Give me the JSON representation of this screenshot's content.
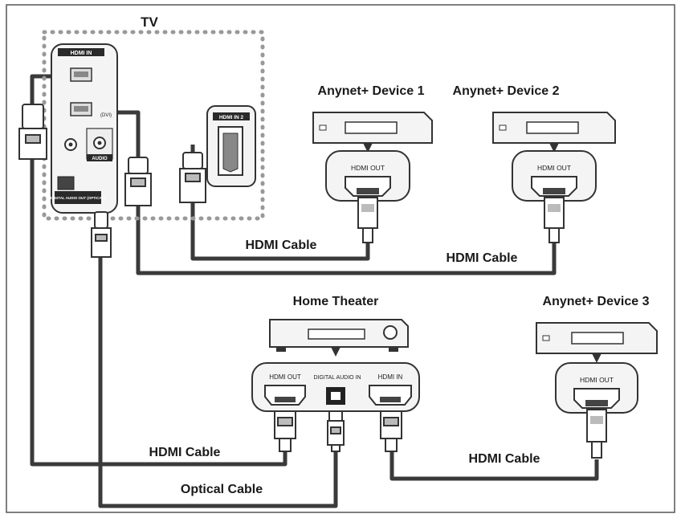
{
  "labels": {
    "tv": "TV",
    "device1": "Anynet+ Device 1",
    "device2": "Anynet+ Device 2",
    "device3": "Anynet+ Device 3",
    "home_theater": "Home Theater"
  },
  "cables": {
    "hdmi_1": "HDMI Cable",
    "hdmi_2": "HDMI Cable",
    "hdmi_3": "HDMI Cable",
    "hdmi_4": "HDMI Cable",
    "optical": "Optical Cable"
  },
  "ports": {
    "device1_out": "HDMI OUT",
    "device2_out": "HDMI OUT",
    "device3_out": "HDMI OUT",
    "ht_hdmi_out": "HDMI OUT",
    "ht_digital_audio_in": "DIGITAL AUDIO IN",
    "ht_hdmi_in": "HDMI IN",
    "tv_hdmi_in": "HDMI IN",
    "tv_hdmi_2": "HDMI IN 2",
    "tv_audio": "AUDIO",
    "tv_dvi": "(DVI)",
    "tv_optical": "DIGITAL AUDIO OUT (OPTICAL)"
  },
  "colors": {
    "cable": "#3a3a3a",
    "frame": "#555555",
    "panel": "#f4f4f4",
    "dark": "#2a2a2a"
  }
}
